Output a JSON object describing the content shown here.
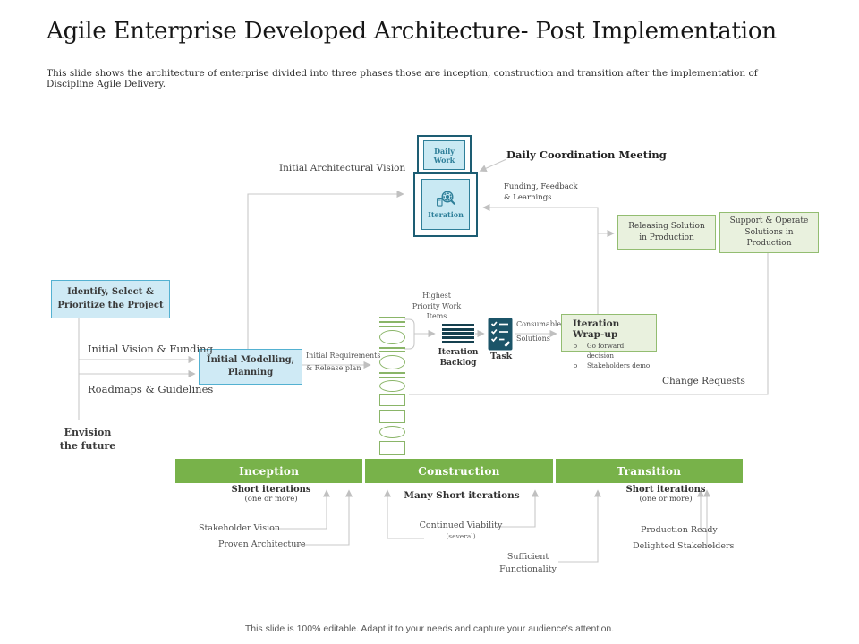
{
  "slide": {
    "title": "Agile Enterprise Developed Architecture- Post Implementation",
    "subtitle": "This slide shows the architecture of enterprise divided into three phases those are inception, construction and transition after the implementation of Discipline Agile Delivery.",
    "footer": "This slide is 100% editable. Adapt it to your needs and capture your audience's attention."
  },
  "colors": {
    "phase_green": "#78b24a",
    "green_box_fill": "#e9f1de",
    "green_box_border": "#93bd71",
    "blue_box_fill": "#cfeaf5",
    "blue_box_border": "#54b1d1",
    "teal_dark": "#1d5d73",
    "teal_text": "#2e7f99",
    "icon_dark": "#15404f",
    "connector_gray": "#c8c8c8"
  },
  "boxes": {
    "daily_work": "Daily\nWork",
    "iteration": "Iteration",
    "identify": "Identify, Select &\nPrioritize the Project",
    "modelling": "Initial Modelling,\nPlanning",
    "releasing": "Releasing Solution\nin Production",
    "support": "Support & Operate\nSolutions in\nProduction",
    "wrapup": {
      "title": "Iteration Wrap-up",
      "bullet_marker": "o",
      "items": [
        "Go forward decision",
        "Stakeholders demo"
      ]
    }
  },
  "labels": {
    "initial_architectural_vision": "Initial Architectural Vision",
    "daily_coordination_meeting": "Daily Coordination Meeting",
    "funding_feedback": "Funding, Feedback\n& Learnings",
    "initial_vision_funding": "Initial Vision & Funding",
    "roadmaps_guidelines": "Roadmaps & Guidelines",
    "envision_future": "Envision\nthe future",
    "initial_requirements": "Initial Requirements\n& Release plan",
    "highest_priority": "Highest\nPriority Work\nItems",
    "iteration_backlog": "Iteration\nBacklog",
    "task": "Task",
    "consumable": "Consumable",
    "solutions": "Solutions",
    "change_requests": "Change Requests"
  },
  "phases": [
    {
      "label": "Inception",
      "iterations": "Short iterations",
      "sub": "(one or more)"
    },
    {
      "label": "Construction",
      "iterations": "Many Short iterations",
      "sub": ""
    },
    {
      "label": "Transition",
      "iterations": "Short iterations",
      "sub": "(one or more)"
    }
  ],
  "milestones": {
    "stakeholder_vision": "Stakeholder  Vision",
    "proven_architecture": "Proven Architecture",
    "continued_viability": "Continued Viability",
    "several": "(several)",
    "sufficient_functionality": "Sufficient\nFunctionality",
    "production_ready": "Production Ready",
    "delighted_stakeholders": "Delighted  Stakeholders"
  }
}
